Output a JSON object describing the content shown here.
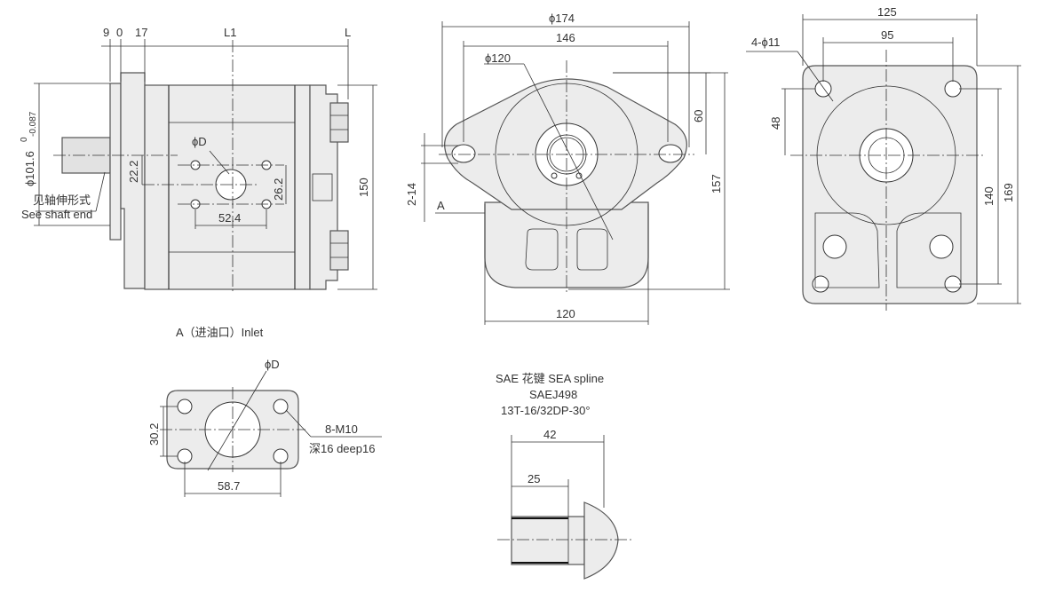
{
  "side_view": {
    "dim_9": "9",
    "dim_0": "0",
    "dim_17": "17",
    "dim_L1": "L1",
    "dim_L": "L",
    "dim_D": "ϕD",
    "dim_22_2": "22.2",
    "dim_26_2": "26.2",
    "dim_52_4": "52.4",
    "dim_150": "150",
    "dim_shaft_dia": "ϕ101.6",
    "dim_shaft_tol_upper": "0",
    "dim_shaft_tol_lower": "-0.087",
    "shaft_note_cn": "见轴伸形式",
    "shaft_note_en": "See shaft end"
  },
  "front_view": {
    "dim_174": "ϕ174",
    "dim_146": "146",
    "dim_120_dia": "ϕ120",
    "dim_60": "60",
    "dim_157": "157",
    "dim_2_14": "2-14",
    "label_A": "A",
    "dim_120": "120"
  },
  "rear_view": {
    "dim_125": "125",
    "dim_95": "95",
    "dim_4_11": "4-ϕ11",
    "dim_48": "48",
    "dim_140": "140",
    "dim_169": "169"
  },
  "inlet_view": {
    "title": "A（进油口）Inlet",
    "dim_D": "ϕD",
    "dim_30_2": "30.2",
    "dim_58_7": "58.7",
    "thread": "8-M10",
    "depth": "深16 deep16"
  },
  "spline_view": {
    "title1": "SAE 花键 SEA spline",
    "title2": "SAEJ498",
    "title3": "13T-16/32DP-30°",
    "dim_42": "42",
    "dim_25": "25"
  }
}
